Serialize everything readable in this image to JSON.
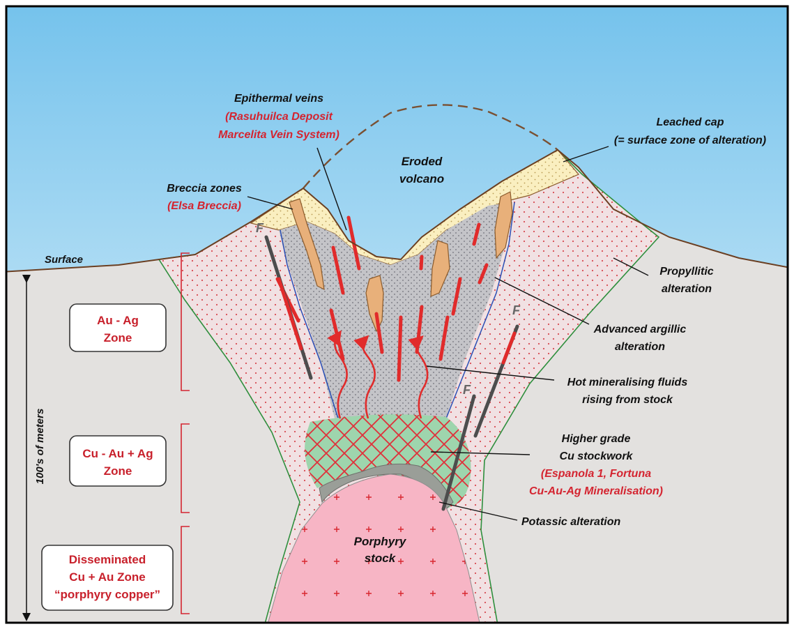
{
  "labels": {
    "epithermal_title": "Epithermal veins",
    "epithermal_sub1": "(Rasuhuilca Deposit",
    "epithermal_sub2": "Marcelita Vein System)",
    "leached_cap_1": "Leached cap",
    "leached_cap_2": "(= surface zone of alteration)",
    "eroded_1": "Eroded",
    "eroded_2": "volcano",
    "breccia_title": "Breccia zones",
    "breccia_sub": "(Elsa Breccia)",
    "surface": "Surface",
    "propyllitic_1": "Propyllitic",
    "propyllitic_2": "alteration",
    "advanced_1": "Advanced argillic",
    "advanced_2": "alteration",
    "hot_fluids_1": "Hot mineralising fluids",
    "hot_fluids_2": "rising from stock",
    "stockwork_1": "Higher grade",
    "stockwork_2": "Cu stockwork",
    "stockwork_3": "(Espanola 1, Fortuna",
    "stockwork_4": "Cu-Au-Ag Mineralisation)",
    "potassic": "Potassic alteration",
    "porphyry_1": "Porphyry",
    "porphyry_2": "stock",
    "depth_axis": "100's of meters",
    "fault": "F"
  },
  "zones": {
    "au_ag_1": "Au - Ag",
    "au_ag_2": "Zone",
    "cu_au_ag_1": "Cu - Au + Ag",
    "cu_au_ag_2": "Zone",
    "disseminated_1": "Disseminated",
    "disseminated_2": "Cu + Au Zone",
    "disseminated_3": "“porphyry copper”"
  },
  "colors": {
    "sky_top": "#74c2ec",
    "sky_bottom": "#f4fbfd",
    "ground": "#e3e1df",
    "propylitic": "#f1e1e3",
    "argillic": "#c4c4c8",
    "leached_cap": "#faefc0",
    "stockwork": "#9ed5ad",
    "porphyry": "#f7b5c5",
    "vein_red": "#e12b2b",
    "label_red": "#d42430",
    "boundary_green": "#2e8f3d",
    "boundary_blue": "#2a4fb5",
    "fault_gray": "#555555"
  }
}
